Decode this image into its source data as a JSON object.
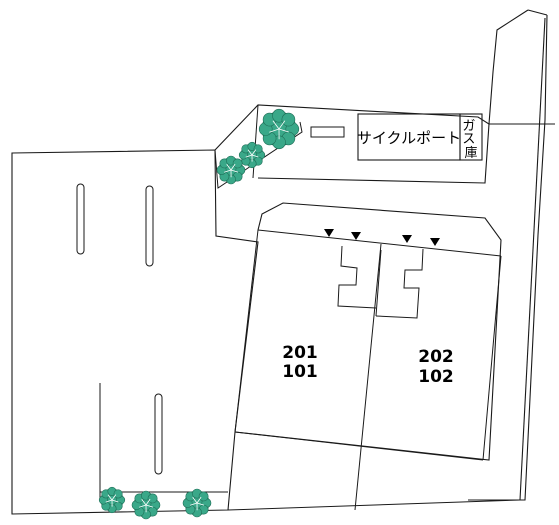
{
  "site_plan": {
    "units": {
      "left": {
        "upper": "201",
        "lower": "101"
      },
      "right": {
        "upper": "202",
        "lower": "102"
      }
    },
    "cycle_port_label": "サイクルポート",
    "gas_storage_label": "ガス庫"
  },
  "colors": {
    "tree_fill": "#3aa889",
    "tree_outline": "#1f6e57",
    "line": "#1a1a1a"
  },
  "icons": {
    "tree": "tree-icon",
    "entrance_marker": "triangle-down-icon"
  }
}
